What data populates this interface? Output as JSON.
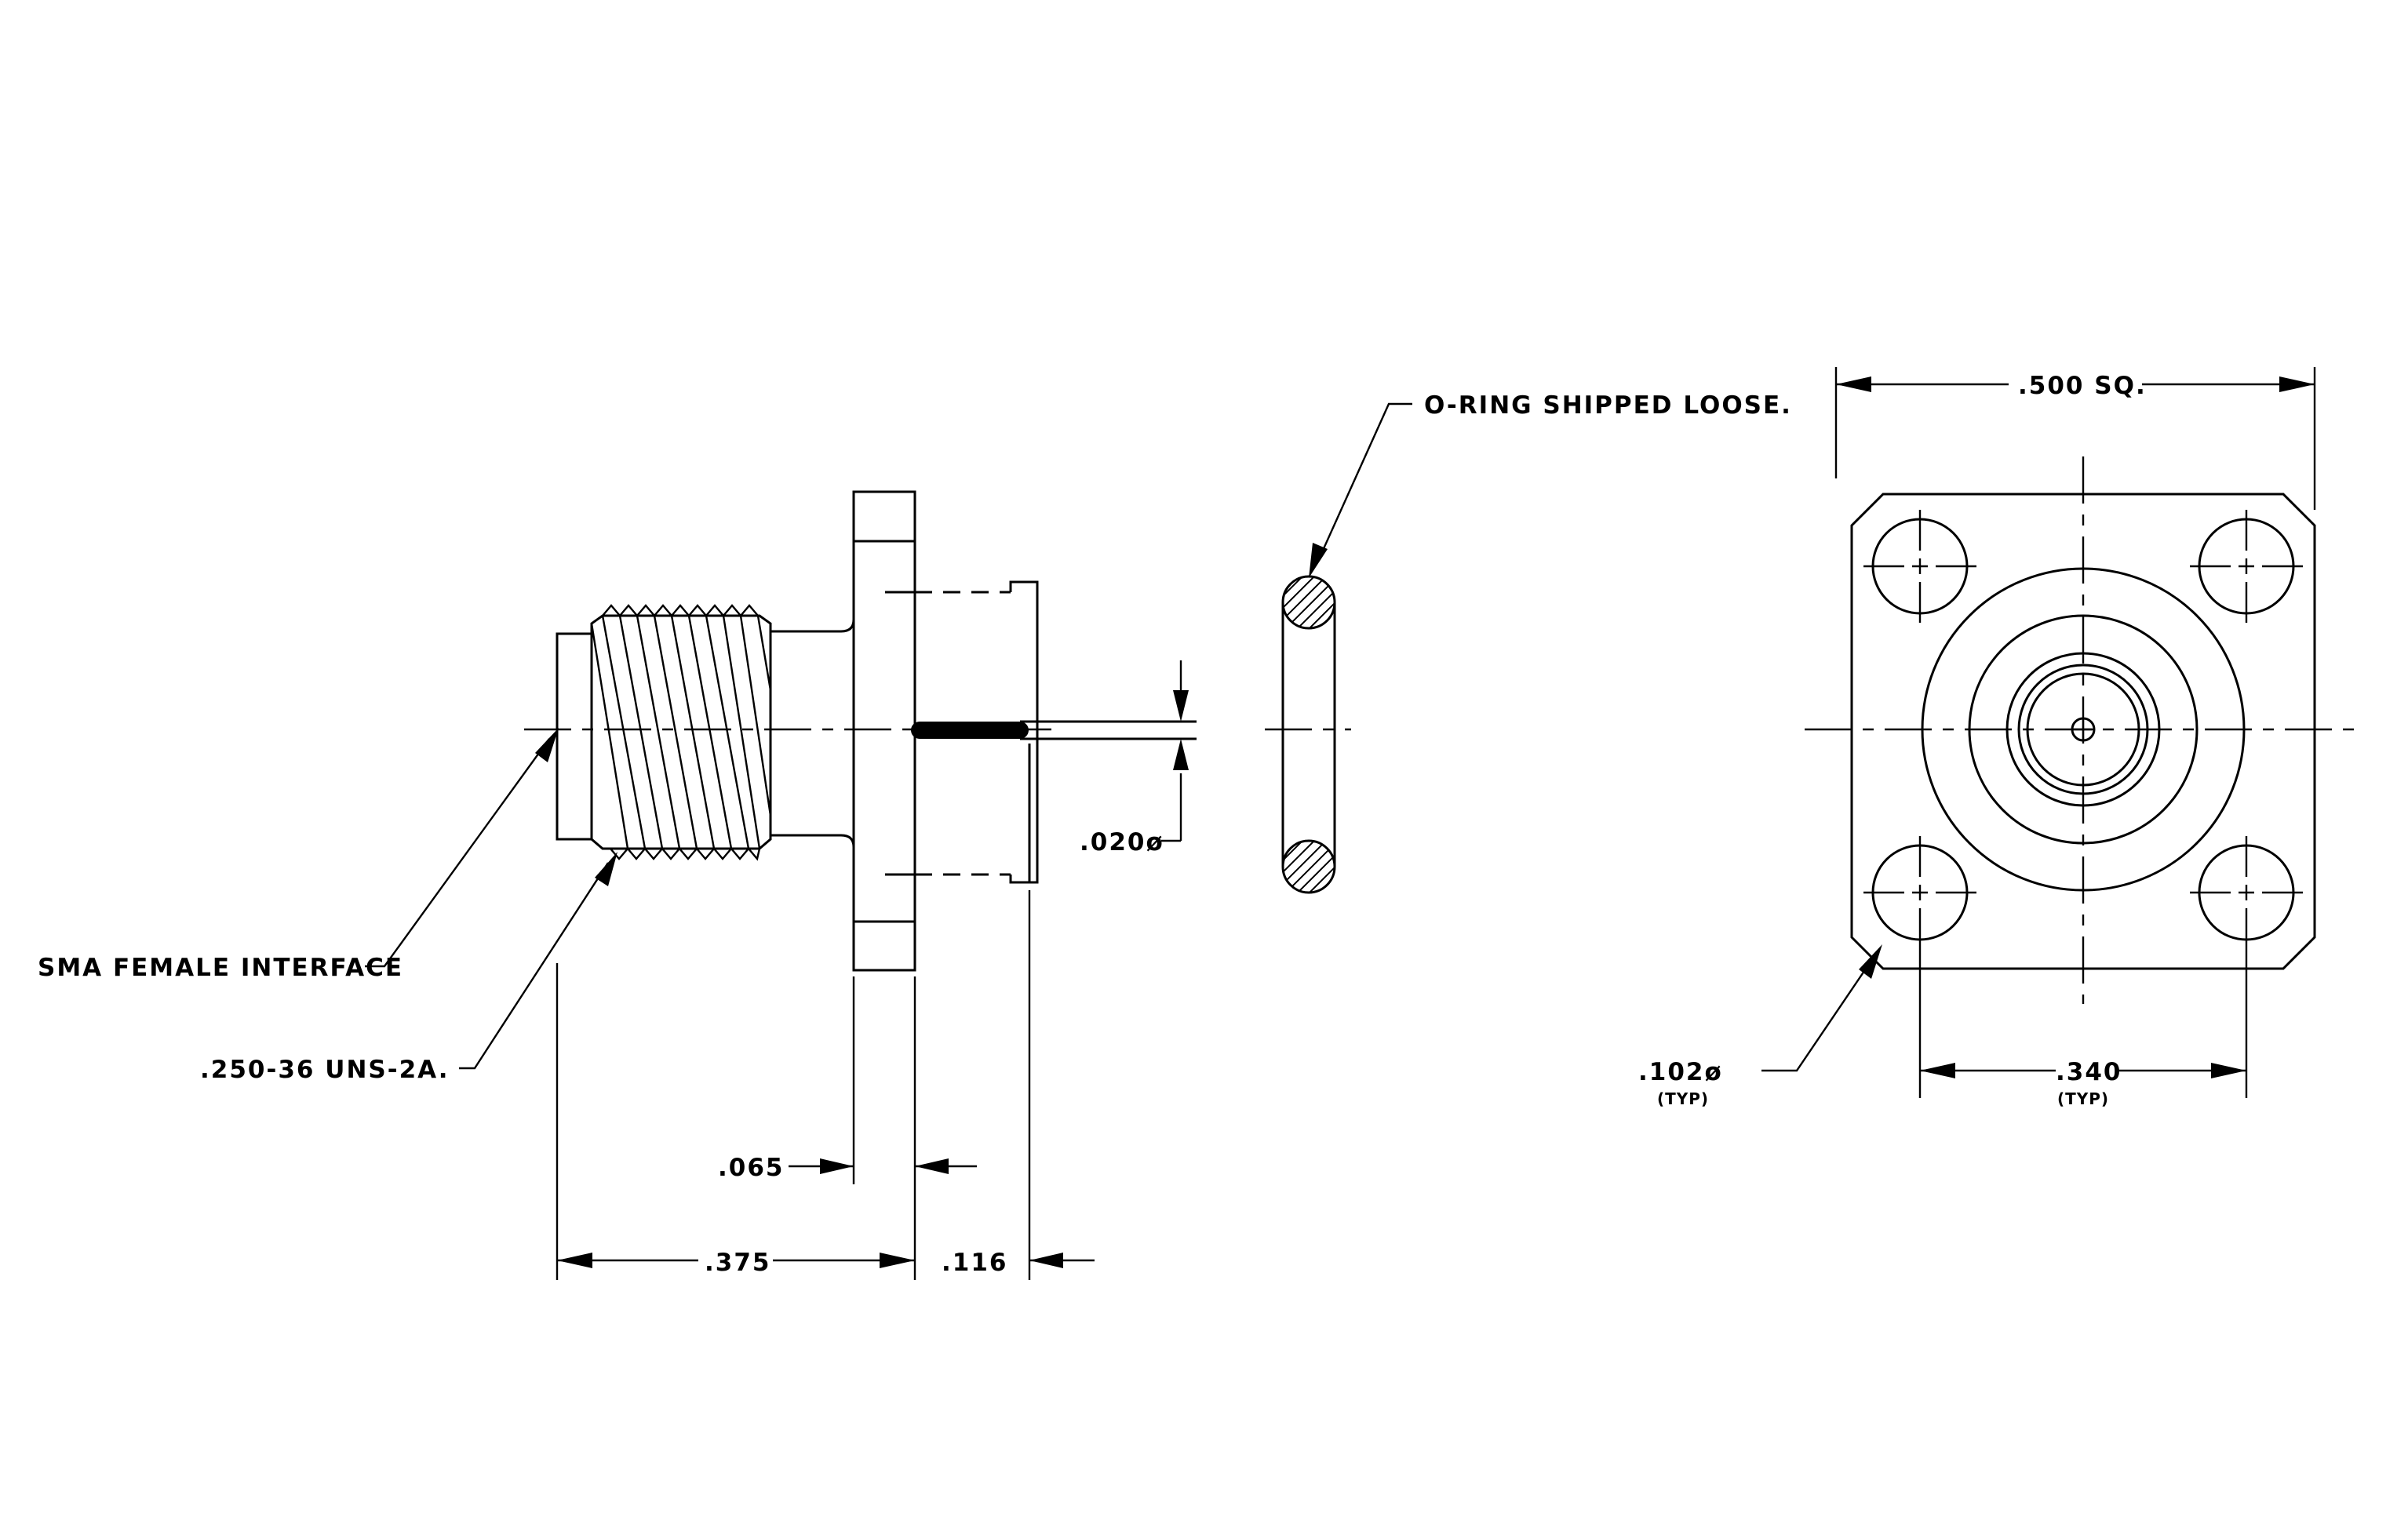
{
  "drawing": {
    "oring_note": "O-RING SHIPPED LOOSE.",
    "interface_note": "SMA FEMALE INTERFACE",
    "thread_note": ".250-36 UNS-2A.",
    "dim_flange_thickness": ".065",
    "dim_overall_front": ".375",
    "dim_rear": ".116",
    "dim_pin_dia": ".020ø",
    "dim_square": ".500 SQ.",
    "dim_hole_dia": ".102ø",
    "dim_hole_dia_sub": "(TYP)",
    "dim_hole_spacing": ".340",
    "dim_hole_spacing_sub": "(TYP)"
  }
}
